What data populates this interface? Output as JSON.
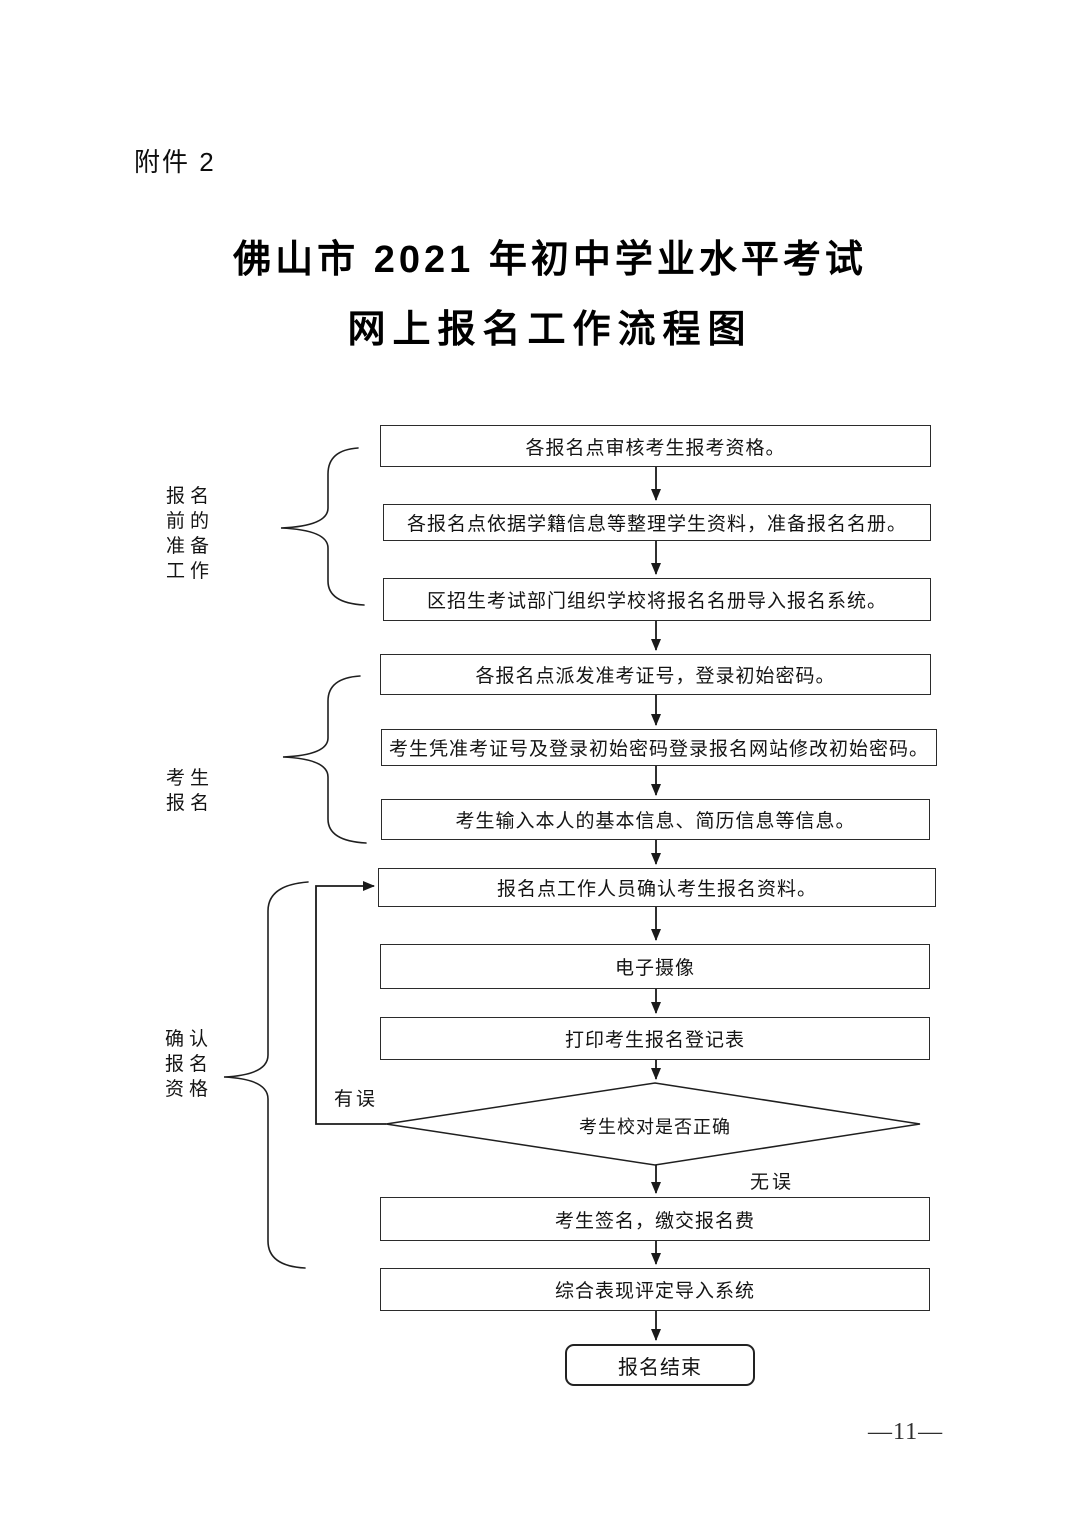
{
  "document": {
    "attachment_label": "附件 2",
    "title_line1": "佛山市 2021 年初中学业水平考试",
    "title_line2": "网上报名工作流程图",
    "page_number": "—11—"
  },
  "flowchart": {
    "line_color": "#1a1a1a",
    "stages": [
      {
        "name": "报名前的准备工作",
        "lines": [
          "报名",
          "前的",
          "准备",
          "工作"
        ]
      },
      {
        "name": "考生报名",
        "lines": [
          "考生",
          "报名"
        ]
      },
      {
        "name": "确认报名资格",
        "lines": [
          "确认",
          "报名",
          "资格"
        ]
      }
    ],
    "steps": [
      "各报名点审核考生报考资格。",
      "各报名点依据学籍信息等整理学生资料，准备报名名册。",
      "区招生考试部门组织学校将报名名册导入报名系统。",
      "各报名点派发准考证号，登录初始密码。",
      "考生凭准考证号及登录初始密码登录报名网站修改初始密码。",
      "考生输入本人的基本信息、简历信息等信息。",
      "报名点工作人员确认考生报名资料。",
      "电子摄像",
      "打印考生报名登记表"
    ],
    "decision": {
      "question": "考生校对是否正确",
      "error_label": "有误",
      "ok_label": "无误"
    },
    "post_steps": [
      "考生签名，缴交报名费",
      "综合表现评定导入系统"
    ],
    "terminal": "报名结束"
  }
}
